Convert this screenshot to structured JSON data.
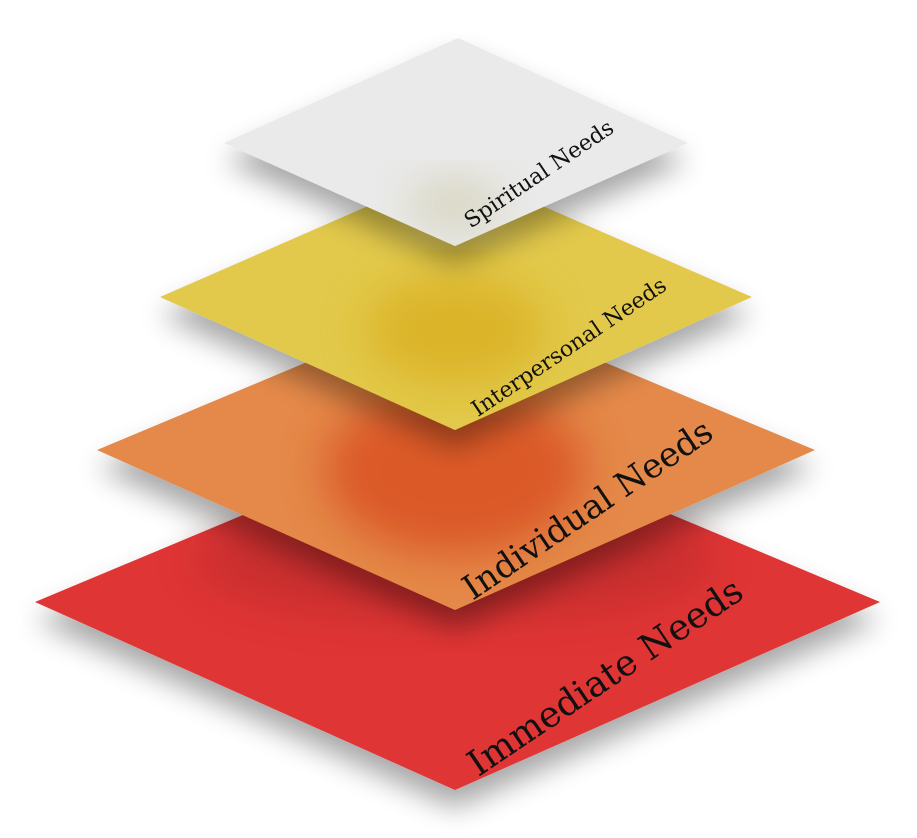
{
  "diagram": {
    "layers": [
      {
        "id": "immediate",
        "label": "Immediate Needs",
        "color": "#E03535"
      },
      {
        "id": "individual",
        "label": "Individual Needs",
        "color": "#E4894A"
      },
      {
        "id": "interpersonal",
        "label": "Interpersonal Needs",
        "color": "#E2C94C"
      },
      {
        "id": "spiritual",
        "label": "Spiritual Needs",
        "color": "#EAEAEA"
      }
    ]
  }
}
